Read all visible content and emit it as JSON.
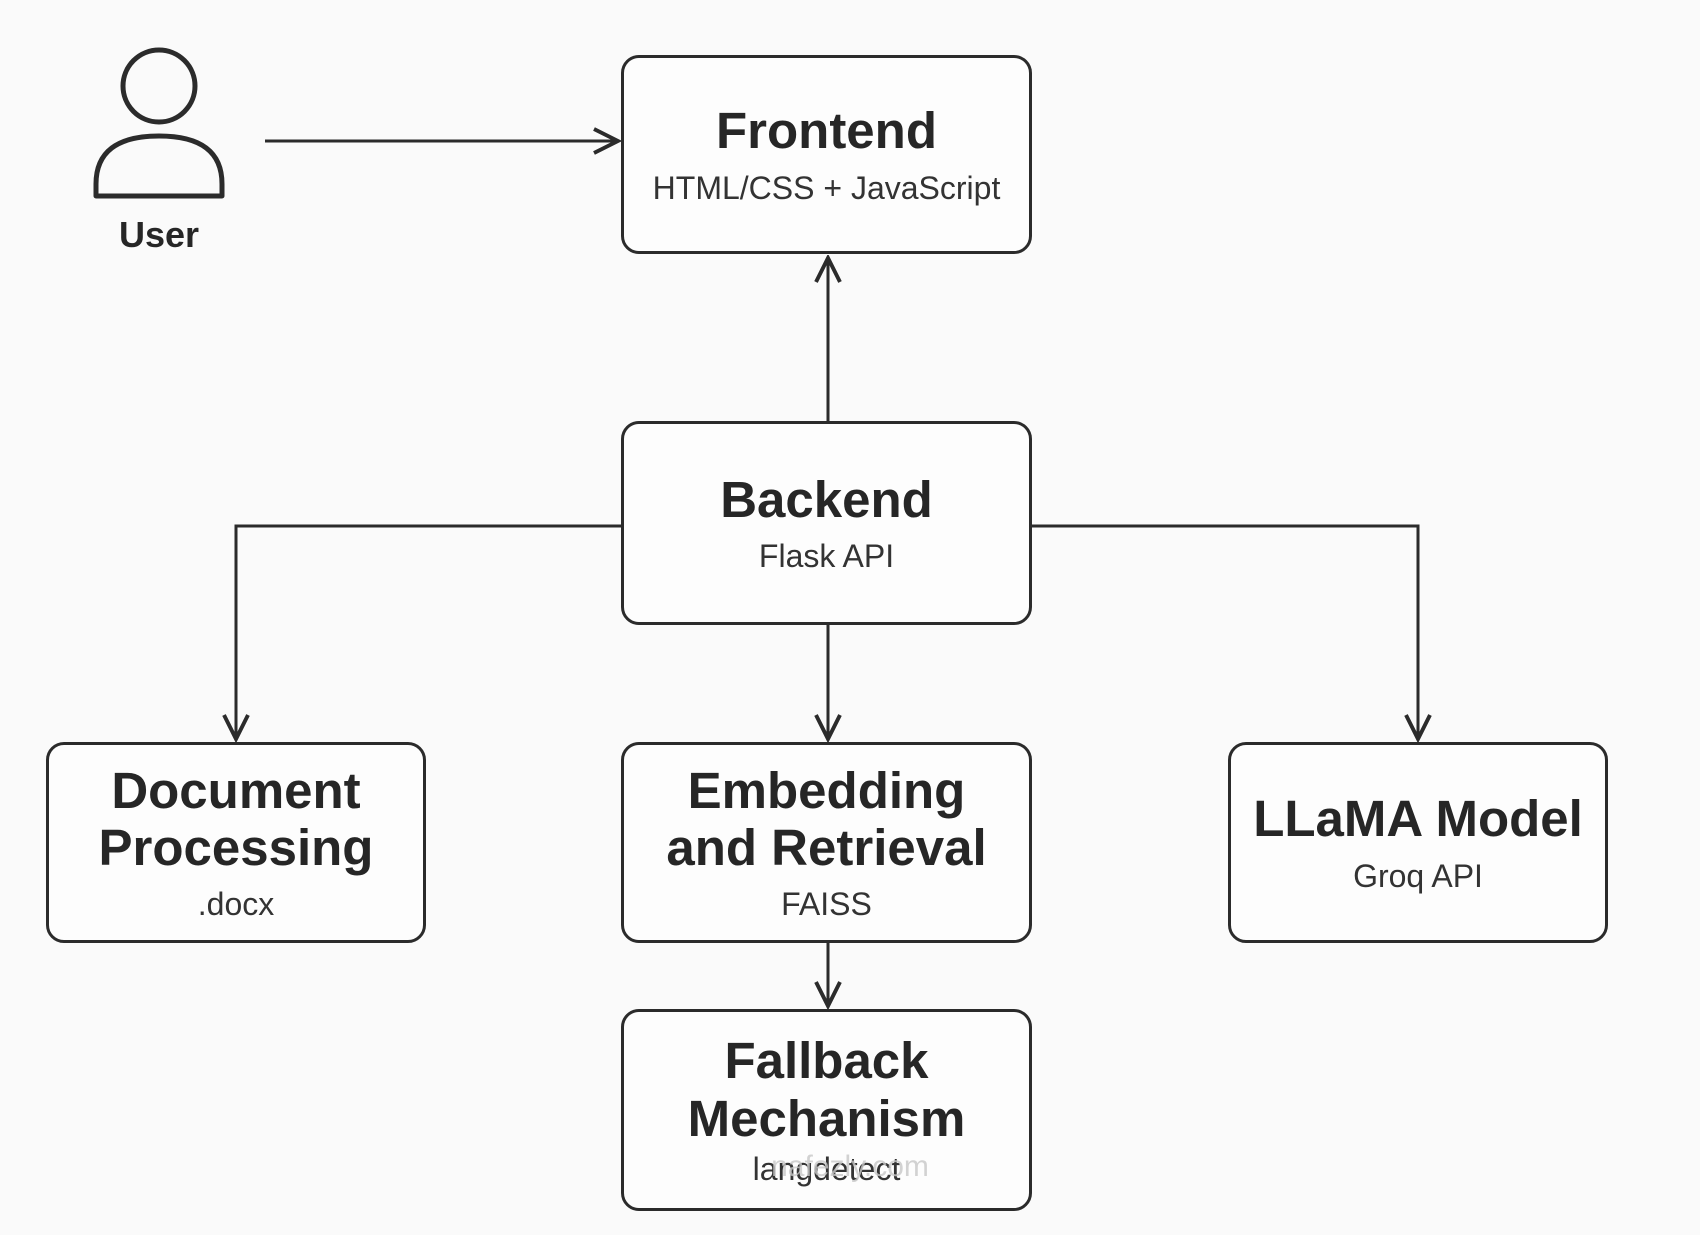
{
  "user": {
    "label": "User",
    "icon": "user-icon"
  },
  "nodes": {
    "frontend": {
      "title": "Frontend",
      "subtitle": "HTML/CSS + JavaScript"
    },
    "backend": {
      "title": "Backend",
      "subtitle": "Flask API"
    },
    "document_processing": {
      "title": "Document\nProcessing",
      "subtitle": ".docx"
    },
    "embedding_retrieval": {
      "title": "Embedding\nand Retrieval",
      "subtitle": "FAISS"
    },
    "llama_model": {
      "title": "LLaMA Model",
      "subtitle": "Groq API"
    },
    "fallback": {
      "title": "Fallback\nMechanism",
      "subtitle": "langdetect"
    }
  },
  "edges": [
    {
      "from": "user",
      "to": "frontend"
    },
    {
      "from": "backend",
      "to": "frontend"
    },
    {
      "from": "backend",
      "to": "document_processing"
    },
    {
      "from": "backend",
      "to": "embedding_retrieval"
    },
    {
      "from": "backend",
      "to": "llama_model"
    },
    {
      "from": "embedding_retrieval",
      "to": "fallback"
    }
  ],
  "watermark": "nafezly.com",
  "colors": {
    "line": "#2b2b2b",
    "background": "#fafafa",
    "box": "#fdfdfd"
  }
}
